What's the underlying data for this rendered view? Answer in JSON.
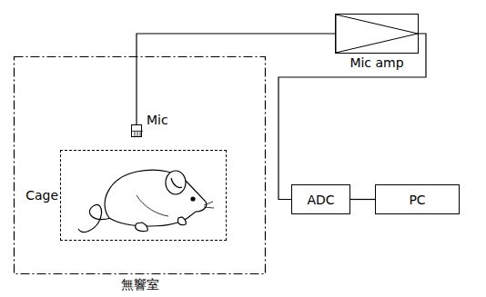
{
  "diagram": {
    "nodes": [
      {
        "text": [
          "無響室"
        ]
      },
      {
        "text": [
          "Mic"
        ],
        "in": 0
      },
      {
        "text": [
          "Cage"
        ],
        "in": 0
      },
      {
        "text": [
          "Mic amp"
        ]
      },
      {
        "text": [
          "ADC"
        ]
      },
      {
        "text": [
          "PC"
        ]
      }
    ],
    "edges": [
      {
        "from": 1,
        "to": 3,
        "arrow": "none"
      },
      {
        "from": 3,
        "to": 4,
        "arrow": "none"
      },
      {
        "from": 4,
        "to": 5,
        "arrow": "none"
      }
    ]
  }
}
